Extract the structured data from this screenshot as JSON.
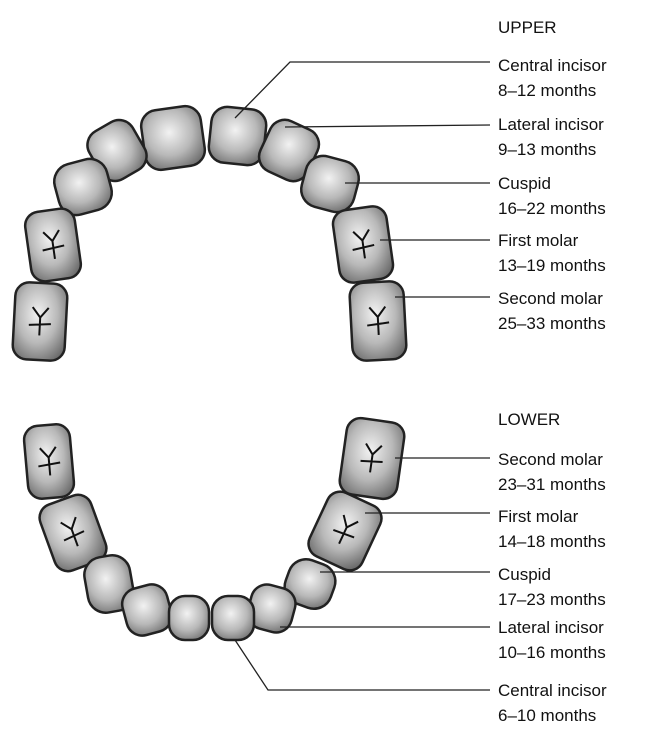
{
  "upper": {
    "heading": "UPPER",
    "teeth": [
      {
        "name": "Central incisor",
        "age": "8–12 months"
      },
      {
        "name": "Lateral incisor",
        "age": "9–13 months"
      },
      {
        "name": "Cuspid",
        "age": "16–22 months"
      },
      {
        "name": "First molar",
        "age": "13–19 months"
      },
      {
        "name": "Second molar",
        "age": "25–33 months"
      }
    ]
  },
  "lower": {
    "heading": "LOWER",
    "teeth": [
      {
        "name": "Second molar",
        "age": "23–31 months"
      },
      {
        "name": "First molar",
        "age": "14–18 months"
      },
      {
        "name": "Cuspid",
        "age": "17–23 months"
      },
      {
        "name": "Lateral incisor",
        "age": "10–16 months"
      },
      {
        "name": "Central incisor",
        "age": "6–10 months"
      }
    ]
  }
}
